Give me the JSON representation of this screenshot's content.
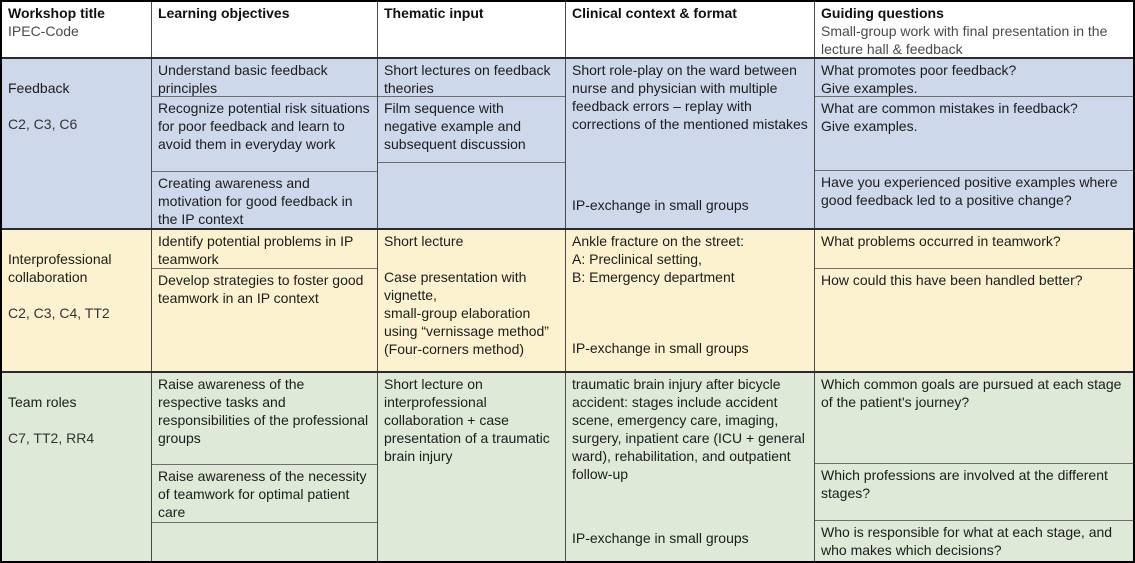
{
  "colors": {
    "header_bg": "#ffffff",
    "row_feedback": "#cdd8ea",
    "row_collaboration": "#fdf2cf",
    "row_team_roles": "#dfe9d8",
    "outer_border": "#000000"
  },
  "header": {
    "cols": [
      {
        "title": "Workshop title",
        "subtitle": "IPEC-Code"
      },
      {
        "title": "Learning objectives",
        "subtitle": ""
      },
      {
        "title": "Thematic input",
        "subtitle": ""
      },
      {
        "title": "Clinical context & format",
        "subtitle": ""
      },
      {
        "title": "Guiding questions",
        "subtitle": "Small-group work with final presentation in the lecture hall & feedback"
      }
    ]
  },
  "rows": [
    {
      "workshop": {
        "title": "Feedback",
        "ipec_code": "C2, C3, C6"
      },
      "learning_objectives": [
        "Understand basic feedback principles",
        "Recognize potential risk situations for poor feedback and learn to avoid them in everyday work",
        "Creating awareness and motivation for good feedback in the IP context"
      ],
      "thematic_input": [
        "Short lectures on feedback theories",
        "Film sequence with negative example and subsequent discussion",
        ""
      ],
      "clinical_context": {
        "scenario": "Short role-play on the ward between nurse and physician with multiple feedback errors – replay with corrections of the mentioned mistakes",
        "format": "IP-exchange in small groups"
      },
      "guiding_questions": [
        "What promotes poor feedback?\nGive examples.",
        "What are common mistakes in feedback?\nGive examples.",
        "Have you experienced positive examples where good feedback led to a positive change?"
      ]
    },
    {
      "workshop": {
        "title": "Interprofessional collaboration",
        "ipec_code": "C2, C3, C4, TT2"
      },
      "learning_objectives": [
        "Identify potential problems in IP teamwork",
        "Develop strategies to foster good teamwork in an IP context"
      ],
      "thematic_input": [
        "Short lecture\n\nCase presentation with vignette,\nsmall-group elaboration using “vernissage method” (Four-corners method)"
      ],
      "clinical_context": {
        "scenario": "Ankle fracture on the street:\nA: Preclinical setting,\nB: Emergency department",
        "format": "IP-exchange in small groups"
      },
      "guiding_questions": [
        "What problems occurred in teamwork?",
        "How could this have been handled better?"
      ]
    },
    {
      "workshop": {
        "title": "Team roles",
        "ipec_code": "C7, TT2, RR4"
      },
      "learning_objectives": [
        "Raise awareness of the respective tasks and responsibilities of the professional groups",
        "Raise awareness of the necessity of teamwork for optimal patient care",
        ""
      ],
      "thematic_input": [
        "Short lecture on interprofessional collaboration + case presentation of a traumatic brain injury"
      ],
      "clinical_context": {
        "scenario": "traumatic brain injury after bicycle accident: stages include accident scene, emergency care, imaging, surgery, inpatient care (ICU + general ward), rehabilitation, and outpatient follow-up",
        "format": "IP-exchange in small groups"
      },
      "guiding_questions": [
        "Which common goals are pursued at each stage of the patient's journey?",
        "Which professions are involved at the different stages?",
        "Who is responsible for what at each stage, and who makes which decisions?"
      ]
    }
  ]
}
